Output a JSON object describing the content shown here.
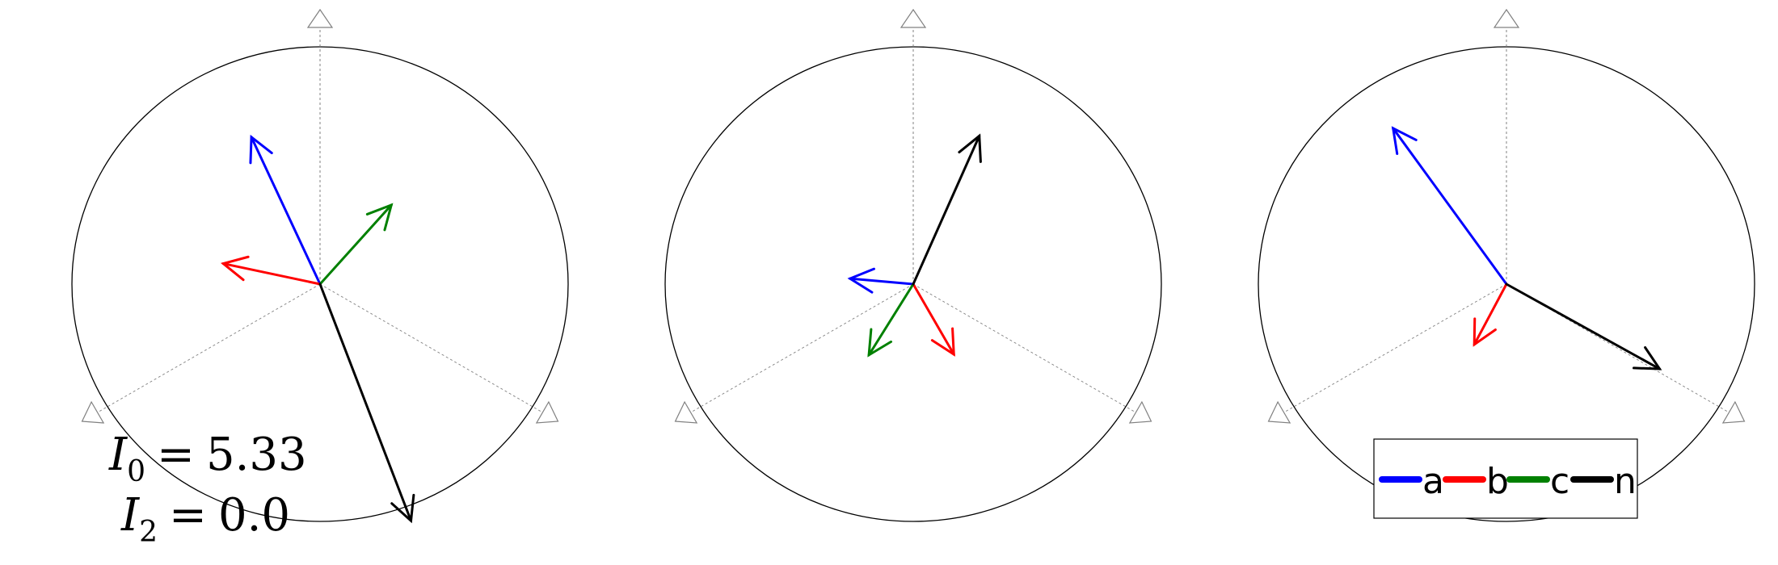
{
  "colors": {
    "a": "#0000ff",
    "b": "#ff0000",
    "c": "#008000",
    "n": "#000000",
    "circle": "#000000",
    "guide": "#808080"
  },
  "panels": [
    {
      "id": "panel-1",
      "vectors": [
        {
          "phase": "a",
          "mag": 0.64,
          "angle": 115
        },
        {
          "phase": "b",
          "mag": 0.39,
          "angle": 168
        },
        {
          "phase": "c",
          "mag": 0.42,
          "angle": 48
        },
        {
          "phase": "n",
          "mag": 1.0,
          "angle": -69
        }
      ]
    },
    {
      "id": "panel-2",
      "vectors": [
        {
          "phase": "a",
          "mag": 0.25,
          "angle": 175
        },
        {
          "phase": "b",
          "mag": 0.32,
          "angle": -60
        },
        {
          "phase": "c",
          "mag": 0.33,
          "angle": -122
        },
        {
          "phase": "n",
          "mag": 0.64,
          "angle": 66
        }
      ]
    },
    {
      "id": "panel-3",
      "vectors": [
        {
          "phase": "a",
          "mag": 0.76,
          "angle": 126
        },
        {
          "phase": "b",
          "mag": 0.27,
          "angle": -118
        },
        {
          "phase": "c",
          "mag": 0.0,
          "angle": 0
        },
        {
          "phase": "n",
          "mag": 0.69,
          "angle": -29
        }
      ]
    }
  ],
  "annotations": {
    "i0": {
      "symbol": "I",
      "subscript": "0",
      "equals": "=",
      "value": "5.33"
    },
    "i2": {
      "symbol": "I",
      "subscript": "2",
      "equals": "=",
      "value": "0.0"
    }
  },
  "legend": {
    "position": "bottom-right",
    "items": [
      {
        "key": "a",
        "label": "a"
      },
      {
        "key": "b",
        "label": "b"
      },
      {
        "key": "c",
        "label": "c"
      },
      {
        "key": "n",
        "label": "n"
      }
    ]
  }
}
